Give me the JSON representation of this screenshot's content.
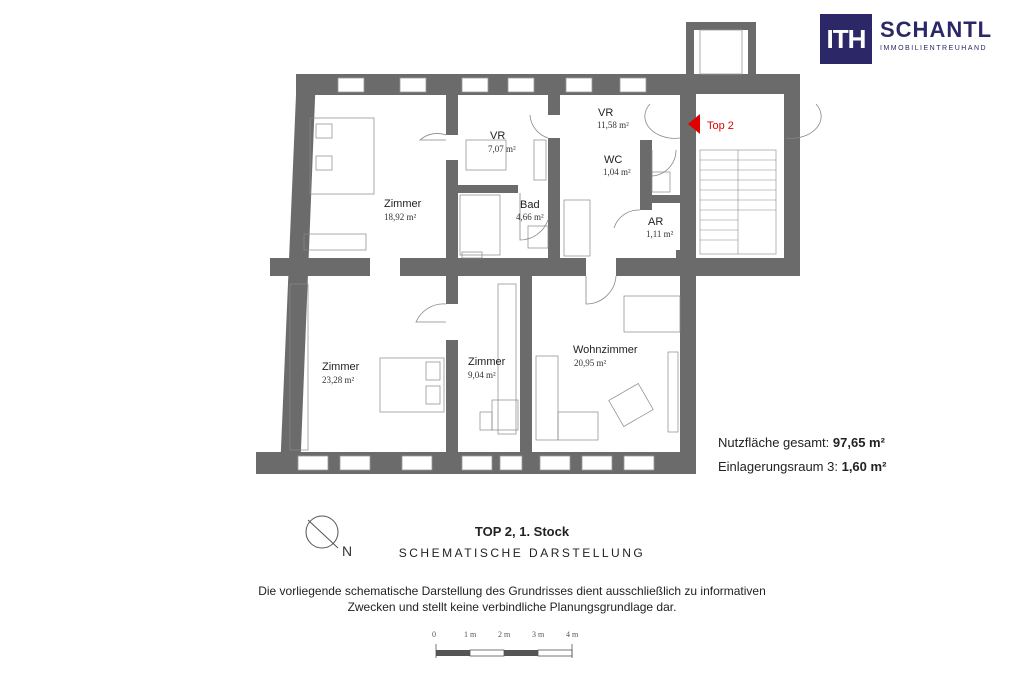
{
  "brand": {
    "logo_text": "ITH",
    "name": "SCHANTL",
    "sub": "IMMOBILIENTREUHAND",
    "color": "#2c2767"
  },
  "rooms": [
    {
      "id": "zimmer-1",
      "name": "Zimmer",
      "area": "18,92 m²"
    },
    {
      "id": "vr-1",
      "name": "VR",
      "area": "7,07 m²"
    },
    {
      "id": "vr-2",
      "name": "VR",
      "area": "11,58 m²"
    },
    {
      "id": "bad",
      "name": "Bad",
      "area": "4,66 m²"
    },
    {
      "id": "wc",
      "name": "WC",
      "area": "1,04 m²"
    },
    {
      "id": "ar",
      "name": "AR",
      "area": "1,11 m²"
    },
    {
      "id": "zimmer-2",
      "name": "Zimmer",
      "area": "23,28 m²"
    },
    {
      "id": "zimmer-3",
      "name": "Zimmer",
      "area": "9,04 m²"
    },
    {
      "id": "wohnzimmer",
      "name": "Wohnzimmer",
      "area": "20,95 m²"
    }
  ],
  "entrance_label": "Top 2",
  "entrance_color": "#e00000",
  "wall_color": "#6b6b6b",
  "stats": {
    "total_label": "Nutzfläche gesamt:",
    "total_value": "97,65 m²",
    "storage_label": "Einlagerungsraum 3:",
    "storage_value": "1,60 m²"
  },
  "compass": {
    "letter": "N"
  },
  "title": "TOP 2, 1. Stock",
  "subtitle": "SCHEMATISCHE DARSTELLUNG",
  "disclaimer": {
    "line1": "Die vorliegende schematische Darstellung des Grundrisses dient ausschließlich zu informativen",
    "line2": "Zwecken und stellt keine verbindliche Planungsgrundlage dar."
  },
  "scale": {
    "ticks": [
      "0",
      "1 m",
      "2 m",
      "3 m",
      "4 m"
    ]
  }
}
